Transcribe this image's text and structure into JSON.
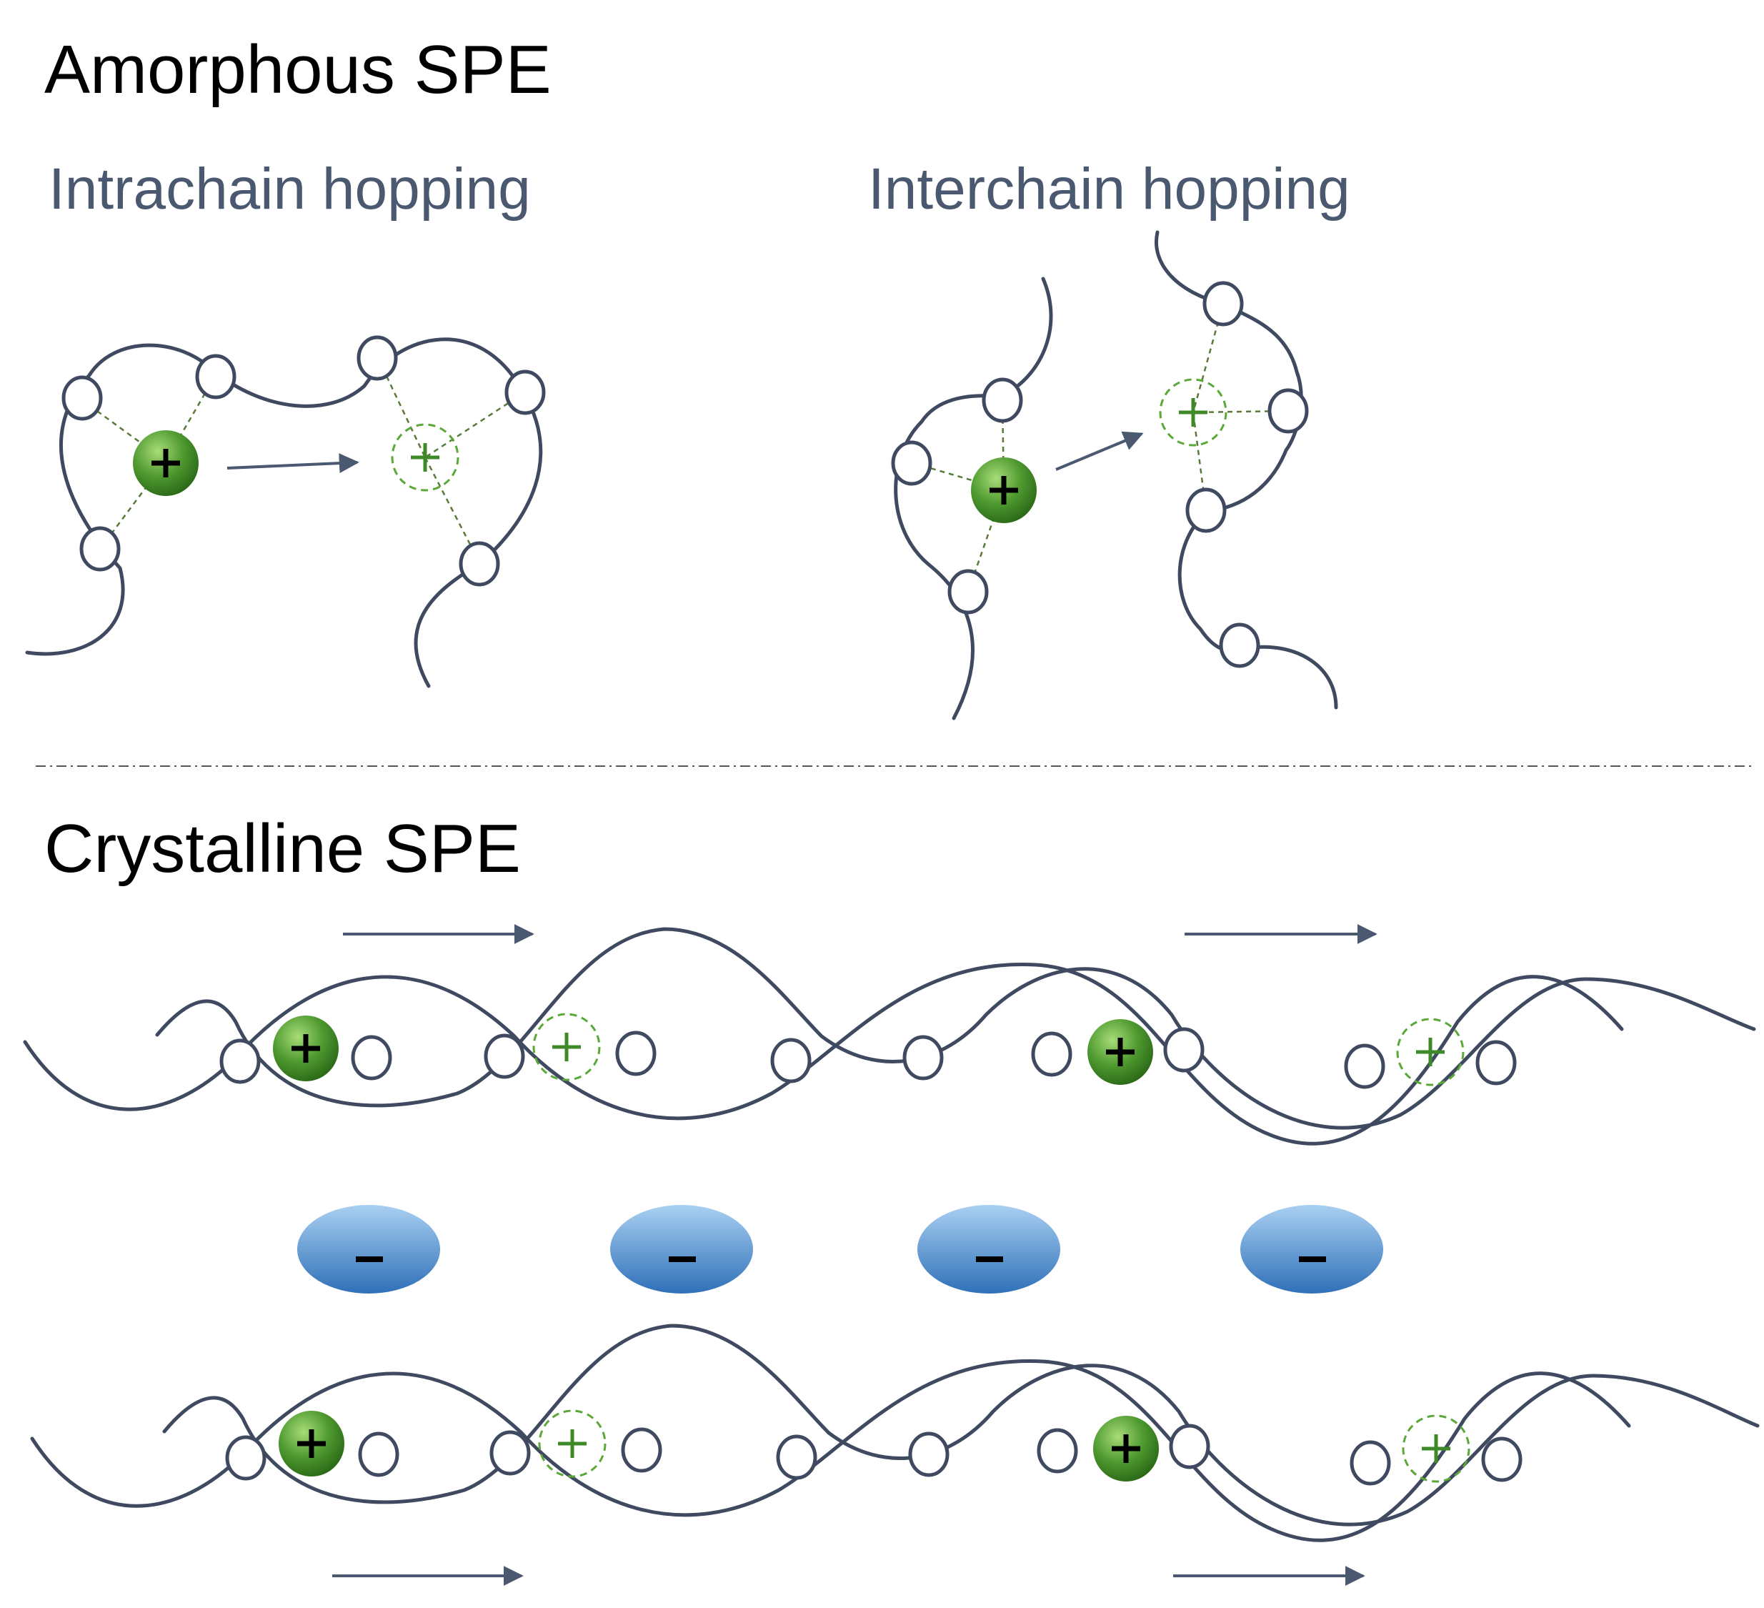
{
  "amorphous": {
    "title": "Amorphous SPE",
    "intrachain_label": "Intrachain hopping",
    "interchain_label": "Interchain hopping"
  },
  "crystalline": {
    "title": "Crystalline SPE"
  },
  "colors": {
    "chain": "#3f4a60",
    "cation": "#4f9a30",
    "cation_site": "#5aa838",
    "anion": "#4a8fd0",
    "label": "#4a5870"
  },
  "icons": {
    "cation": "plus-sign",
    "cation_site": "dashed-plus-circle",
    "anion": "minus-sign"
  }
}
